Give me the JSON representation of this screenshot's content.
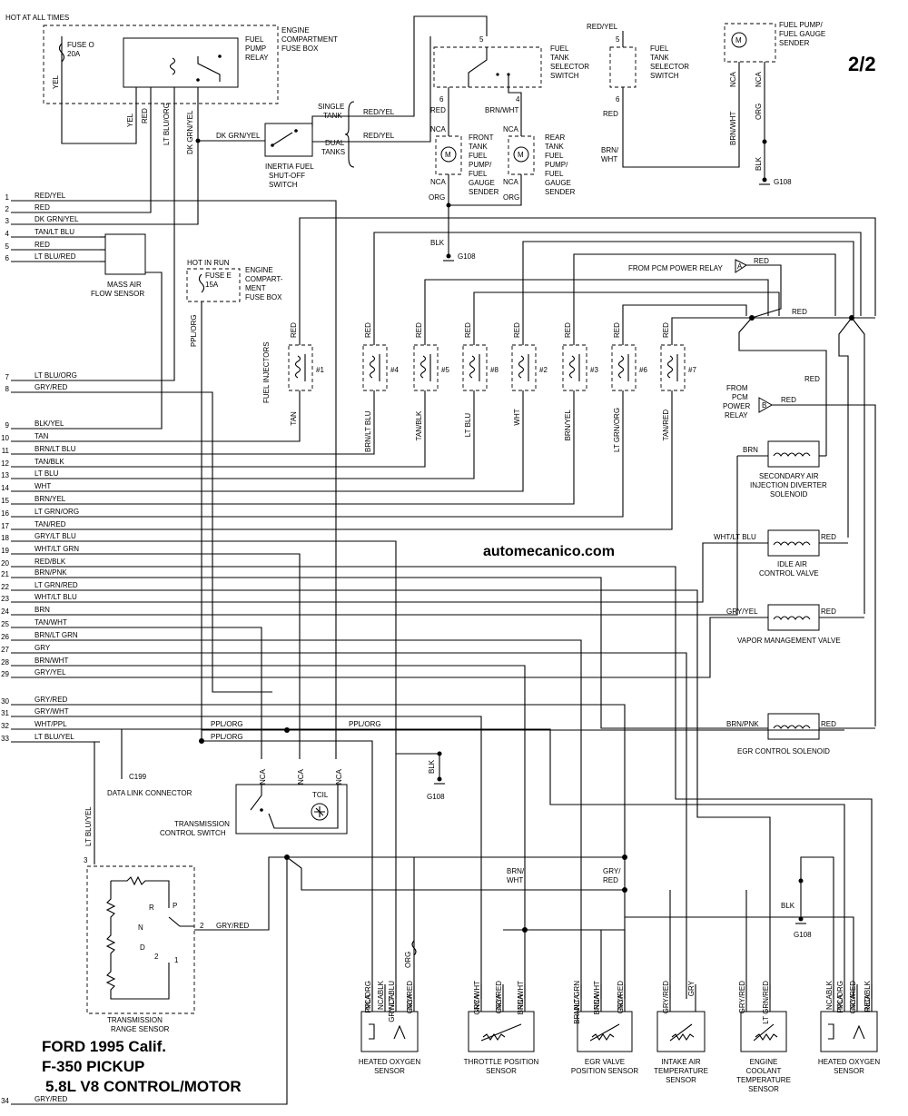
{
  "page": {
    "page_number": "2/2",
    "watermark": "automecanico.com",
    "title_lines": [
      "FORD 1995 Calif.",
      "F-350 PICKUP",
      "5.8L  V8 CONTROL/MOTOR"
    ]
  },
  "pins": [
    {
      "num": "1",
      "color": "RED/YEL"
    },
    {
      "num": "2",
      "color": "RED"
    },
    {
      "num": "3",
      "color": "DK GRN/YEL"
    },
    {
      "num": "4",
      "color": "TAN/LT BLU"
    },
    {
      "num": "5",
      "color": "RED"
    },
    {
      "num": "6",
      "color": "LT BLU/RED"
    },
    {
      "num": "7",
      "color": "LT BLU/ORG"
    },
    {
      "num": "8",
      "color": "GRY/RED"
    },
    {
      "num": "9",
      "color": "BLK/YEL"
    },
    {
      "num": "10",
      "color": "TAN"
    },
    {
      "num": "11",
      "color": "BRN/LT BLU"
    },
    {
      "num": "12",
      "color": "TAN/BLK"
    },
    {
      "num": "13",
      "color": "LT BLU"
    },
    {
      "num": "14",
      "color": "WHT"
    },
    {
      "num": "15",
      "color": "BRN/YEL"
    },
    {
      "num": "16",
      "color": "LT GRN/ORG"
    },
    {
      "num": "17",
      "color": "TAN/RED"
    },
    {
      "num": "18",
      "color": "GRY/LT BLU"
    },
    {
      "num": "19",
      "color": "WHT/LT GRN"
    },
    {
      "num": "20",
      "color": "RED/BLK"
    },
    {
      "num": "21",
      "color": "BRN/PNK"
    },
    {
      "num": "22",
      "color": "LT GRN/RED"
    },
    {
      "num": "23",
      "color": "WHT/LT BLU"
    },
    {
      "num": "24",
      "color": "BRN"
    },
    {
      "num": "25",
      "color": "TAN/WHT"
    },
    {
      "num": "26",
      "color": "BRN/LT GRN"
    },
    {
      "num": "27",
      "color": "GRY"
    },
    {
      "num": "28",
      "color": "BRN/WHT"
    },
    {
      "num": "29",
      "color": "GRY/YEL"
    },
    {
      "num": "30",
      "color": "GRY/RED"
    },
    {
      "num": "31",
      "color": "GRY/WHT"
    },
    {
      "num": "32",
      "color": "WHT/PPL"
    },
    {
      "num": "33",
      "color": "LT BLU/YEL"
    },
    {
      "num": "34",
      "color": "GRY/RED"
    }
  ],
  "power": {
    "hot_at_all_times": "HOT AT ALL TIMES",
    "fuse_o": [
      "FUSE O",
      "20A"
    ],
    "engine_fuse_box": [
      "ENGINE",
      "COMPARTMENT",
      "FUSE BOX"
    ],
    "fuel_pump_relay": [
      "FUEL",
      "PUMP",
      "RELAY"
    ],
    "wire_yel": "YEL",
    "wire_red": "RED",
    "wire_ltbluorg": "LT BLU/ORG",
    "wire_dkgrnyel": "DK GRN/YEL",
    "hot_in_run": "HOT IN RUN",
    "fuse_e": [
      "FUSE E",
      "15A"
    ],
    "engine_fuse_box_2": [
      "ENGINE",
      "COMPART-",
      "MENT",
      "FUSE BOX"
    ],
    "wire_pplorg": "PPL/ORG"
  },
  "fuel": {
    "inertia_switch": [
      "INERTIA FUEL",
      "SHUT-OFF",
      "SWITCH"
    ],
    "single_tank": [
      "SINGLE",
      "TANK"
    ],
    "dual_tanks": [
      "DUAL",
      "TANKS"
    ],
    "red_yel": "RED/YEL",
    "selector_1": [
      "FUEL",
      "TANK",
      "SELECTOR",
      "SWITCH"
    ],
    "selector_2": [
      "FUEL",
      "TANK",
      "SELECTOR",
      "SWITCH"
    ],
    "front_sender": [
      "FRONT",
      "TANK",
      "FUEL",
      "PUMP/",
      "FUEL",
      "GAUGE",
      "SENDER"
    ],
    "rear_sender": [
      "REAR",
      "TANK",
      "FUEL",
      "PUMP/",
      "FUEL",
      "GAUGE",
      "SENDER"
    ],
    "pump_sender": [
      "FUEL PUMP/",
      "FUEL GAUGE",
      "SENDER"
    ],
    "pin5": "5",
    "pin6": "6",
    "pin4": "4",
    "brn_wht": "BRN/WHT",
    "nca": "NCA",
    "org": "ORG",
    "blk": "BLK",
    "g108": "G108",
    "brn_wht_split": [
      "BRN/",
      "WHT"
    ],
    "red": "RED",
    "motor": "M"
  },
  "maf": {
    "label": [
      "MASS AIR",
      "FLOW SENSOR"
    ]
  },
  "injectors": {
    "group_label": "FUEL INJECTORS",
    "items": [
      {
        "top": "RED",
        "num": "#1",
        "bottom": "TAN"
      },
      {
        "top": "RED",
        "num": "#4",
        "bottom": "BRN/LT BLU"
      },
      {
        "top": "RED",
        "num": "#5",
        "bottom": "TAN/BLK"
      },
      {
        "top": "RED",
        "num": "#8",
        "bottom": "LT BLU"
      },
      {
        "top": "RED",
        "num": "#2",
        "bottom": "WHT"
      },
      {
        "top": "RED",
        "num": "#3",
        "bottom": "BRN/YEL"
      },
      {
        "top": "RED",
        "num": "#6",
        "bottom": "LT GRN/ORG"
      },
      {
        "top": "RED",
        "num": "#7",
        "bottom": "TAN/RED"
      }
    ]
  },
  "relay_refs": {
    "a_label": "FROM PCM POWER RELAY",
    "a_letter": "A",
    "b_label": [
      "FROM",
      "PCM",
      "POWER",
      "RELAY"
    ],
    "b_letter": "B",
    "red": "RED"
  },
  "solenoids": {
    "secondary_air": {
      "label": [
        "SECONDARY AIR",
        "INJECTION DIVERTER",
        "SOLENOID"
      ],
      "wire": "BRN"
    },
    "idle_air": {
      "label": [
        "IDLE AIR",
        "CONTROL VALVE"
      ],
      "wire": "WHT/LT BLU",
      "right": "RED"
    },
    "vapor": {
      "label": [
        "VAPOR MANAGEMENT VALVE"
      ],
      "wire": "GRY/YEL",
      "right": "RED"
    },
    "egr": {
      "label": [
        "EGR CONTROL SOLENOID"
      ],
      "wire": "BRN/PNK",
      "right": "RED"
    }
  },
  "trans": {
    "ppl_org": "PPL/ORG",
    "dlc": "DATA LINK CONNECTOR",
    "c199": "C199",
    "tcs": [
      "TRANSMISSION",
      "CONTROL SWITCH"
    ],
    "tcil": "TCIL",
    "nca": "NCA",
    "blk": "BLK",
    "g108": "G108",
    "trs": [
      "TRANSMISSION",
      "RANGE SENSOR"
    ],
    "lt_blu_yel": "LT BLU/YEL",
    "gry_red": "GRY/RED",
    "pin3": "3",
    "pin2": "2",
    "gears": [
      "R",
      "N",
      "D",
      "2",
      "1",
      "P"
    ]
  },
  "sensors": {
    "ho2s_left": {
      "label": [
        "HEATED OXYGEN",
        "SENSOR"
      ],
      "wires": [
        "PPL/ORG",
        "BLK",
        "GRY/LT BLU",
        "GRY/RED"
      ],
      "bottom": [
        "NCA",
        "NCA",
        "NCA",
        "NCA"
      ],
      "org": "ORG"
    },
    "tps": {
      "label": [
        "THROTTLE POSITION",
        "SENSOR"
      ],
      "wires": [
        "GRY/WHT",
        "GRY/RED",
        "BRN/WHT"
      ],
      "bottom": [
        "NCA",
        "NCA",
        "NCA"
      ]
    },
    "egr_pos": {
      "label": [
        "EGR VALVE",
        "POSITION SENSOR"
      ],
      "wires": [
        "BRN/LT GRN",
        "BRN/WHT",
        "GRY/RED"
      ],
      "bottom": [
        "NCA",
        "NCA",
        "NCA"
      ]
    },
    "iat": {
      "label": [
        "INTAKE AIR",
        "TEMPERATURE",
        "SENSOR"
      ],
      "wires": [
        "GRY/RED",
        "GRY"
      ]
    },
    "ect": {
      "label": [
        "ENGINE",
        "COOLANT",
        "TEMPERATURE",
        "SENSOR"
      ],
      "wires": [
        "GRY/RED",
        "LT GRN/RED"
      ]
    },
    "ho2s_right": {
      "label": [
        "HEATED OXYGEN",
        "SENSOR"
      ],
      "wires": [
        "BLK",
        "PPL/ORG",
        "GRY/RED",
        "RED/BLK"
      ],
      "bottom": [
        "NCA",
        "NCA",
        "NCA",
        "NCA"
      ]
    },
    "brn_wht": [
      "BRN/",
      "WHT"
    ],
    "gry_red": [
      "GRY/",
      "RED"
    ],
    "blk": "BLK",
    "g108": "G108"
  }
}
